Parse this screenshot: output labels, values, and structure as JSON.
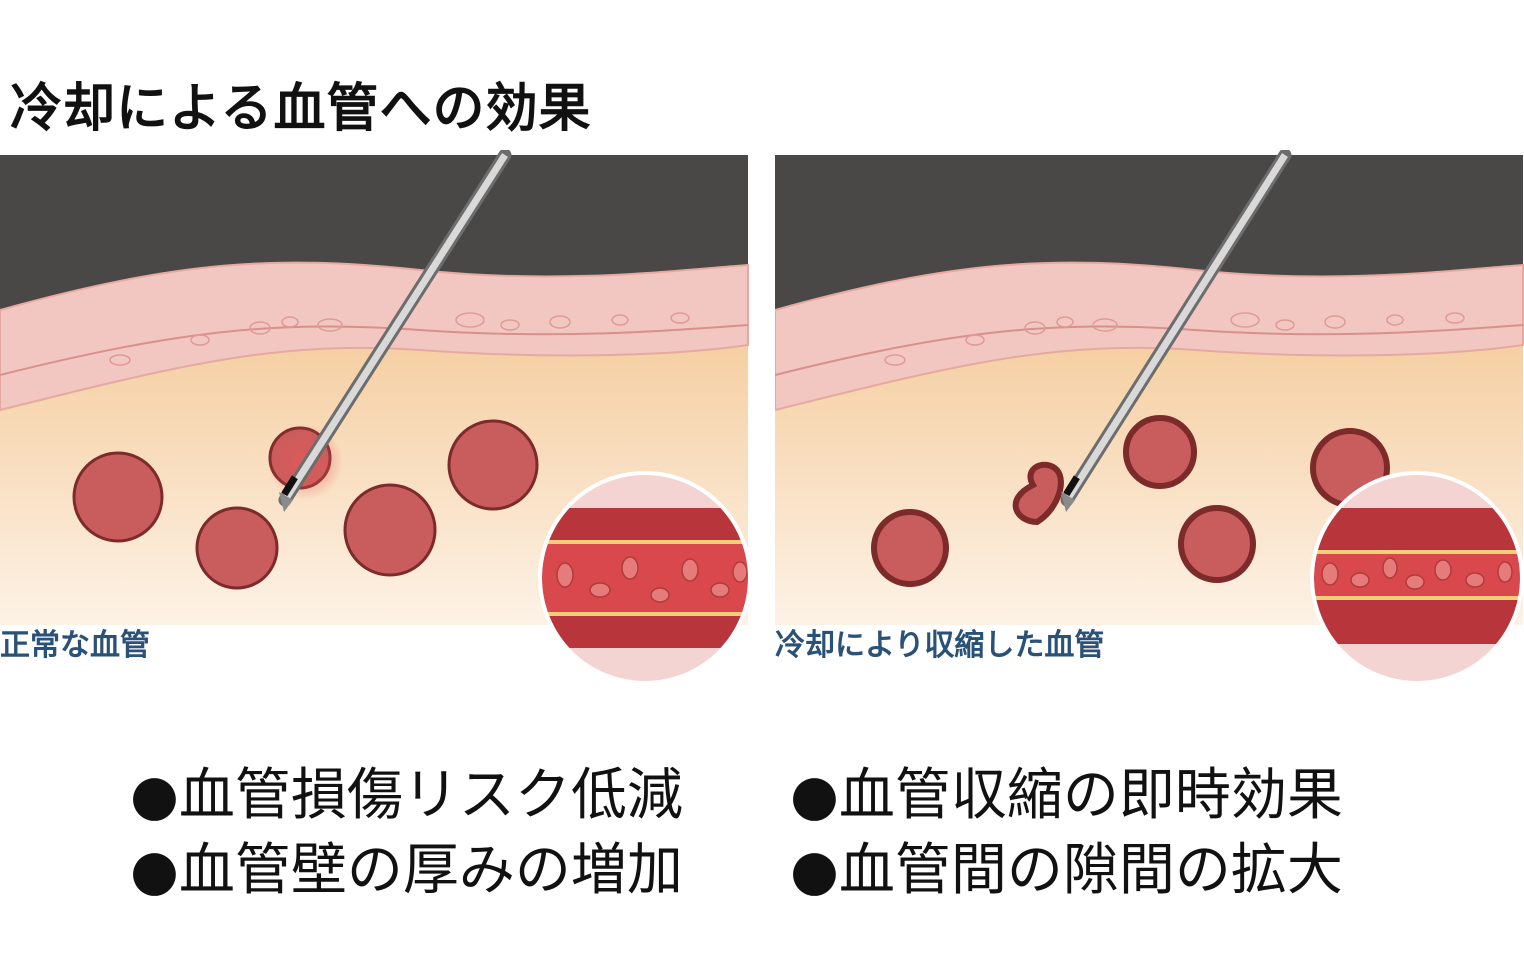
{
  "title": "冷却による血管への効果",
  "panels": {
    "left": {
      "caption": "正常な血管"
    },
    "right": {
      "caption": "冷却により収縮した血管"
    }
  },
  "bullets": {
    "left": [
      "●血管損傷リスク低減",
      "●血管壁の厚みの増加"
    ],
    "right": [
      "●血管収縮の即時効果",
      "●血管間の隙間の拡大"
    ]
  },
  "colors": {
    "dark": "#4a4747",
    "skin": "#f2c7c2",
    "fat": "#f4c995",
    "vessel": "#c95c5c",
    "vessel_stroke": "#7d2a2a",
    "caption": "#2a5178"
  }
}
